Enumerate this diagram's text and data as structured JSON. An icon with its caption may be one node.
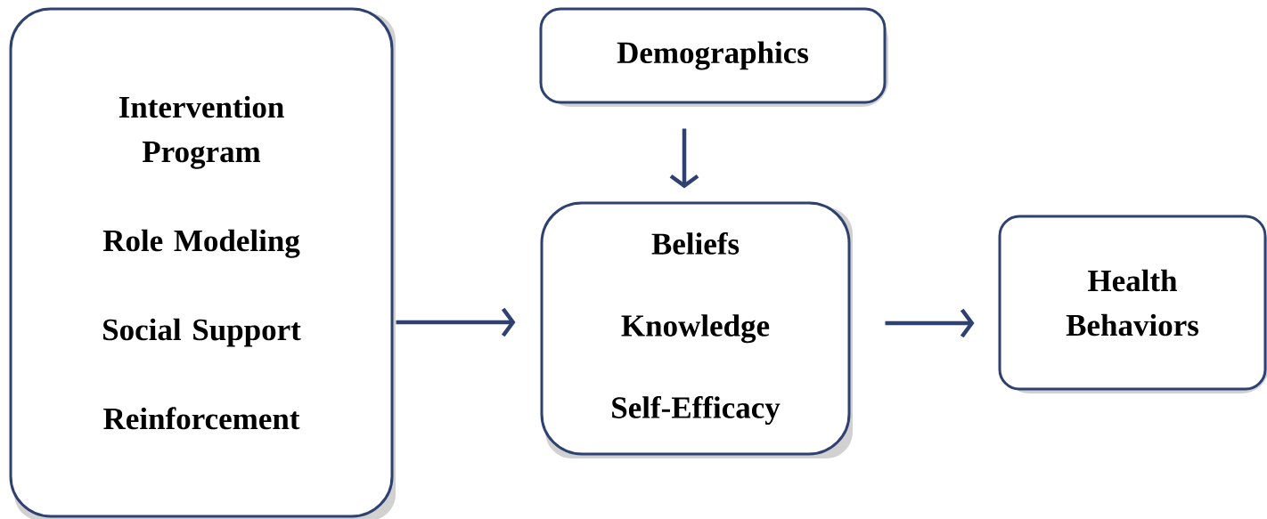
{
  "diagram": {
    "nodes": [
      {
        "text": [
          "Intervention Program",
          "Role Modeling",
          "Social Support",
          "Reinforcement"
        ]
      },
      {
        "text": [
          "Demographics"
        ]
      },
      {
        "text": [
          "Beliefs",
          "Knowledge",
          "Self-Efficacy"
        ]
      },
      {
        "text": [
          "Health Behaviors"
        ]
      }
    ],
    "edges": [
      {
        "from": 0,
        "to": 2,
        "arrow": "to"
      },
      {
        "from": 1,
        "to": 2,
        "arrow": "to"
      },
      {
        "from": 2,
        "to": 3,
        "arrow": "to"
      }
    ]
  }
}
